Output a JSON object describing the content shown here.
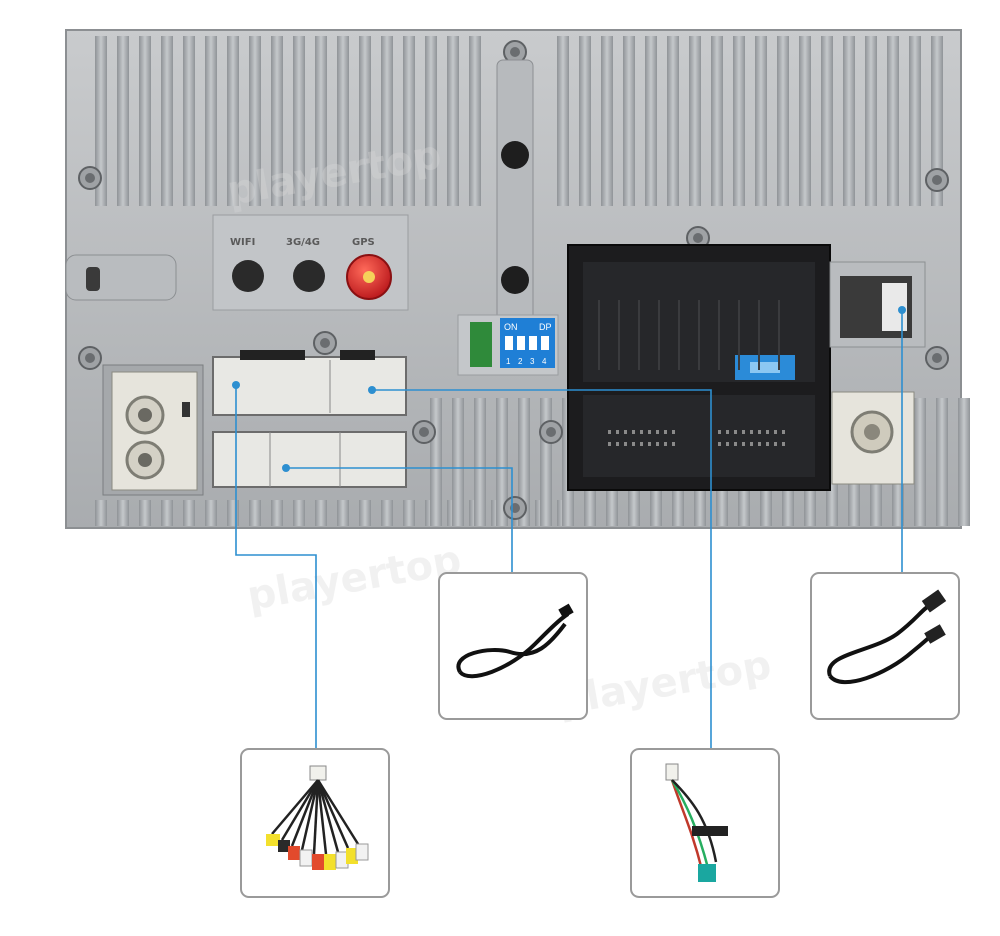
{
  "panel_labels": {
    "wifi": "WIFI",
    "cell": "3G/4G",
    "gps": "GPS",
    "dip_on": "ON",
    "dip_dp": "DP",
    "dip_nums": [
      "1",
      "2",
      "3",
      "4"
    ]
  },
  "watermark": "playertop",
  "callouts": [
    {
      "name": "rca-av-cable",
      "subject": "RCA audio/video cable harness"
    },
    {
      "name": "antenna-cable",
      "subject": "Black extension cable"
    },
    {
      "name": "power-harness-cable",
      "subject": "Connector harness with relay wires"
    },
    {
      "name": "usb-cable",
      "subject": "USB extension cable"
    }
  ],
  "colors": {
    "leader_line": "#2d8fd0",
    "panel_metal": "#b4b7ba",
    "gps_red": "#d8262a",
    "dip_blue": "#1f7fd6"
  }
}
